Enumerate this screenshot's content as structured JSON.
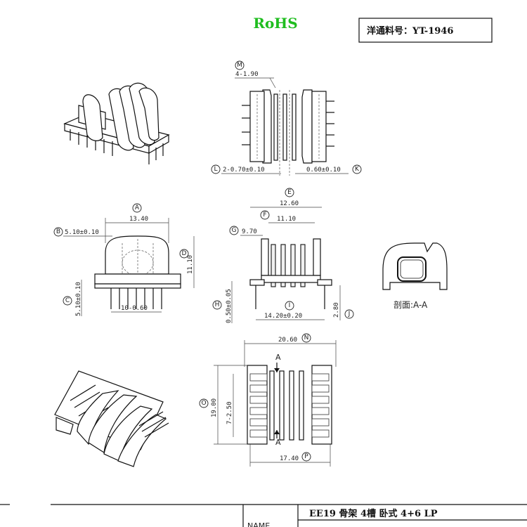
{
  "header": {
    "rohs": "RoHS",
    "rohs_color": "#1fbd1f",
    "part_label": "洋通料号：YT-1946"
  },
  "dimensions": {
    "M_label": "M",
    "M_value": "4-1.90",
    "L_label": "L",
    "L_value": "2-0.70±0.10",
    "K_label": "K",
    "K_value": "0.60±0.10",
    "A_label": "A",
    "A_value": "13.40",
    "B_label": "B",
    "B_value": "5.10±0.10",
    "C_label": "C",
    "C_value": "5.10±0.10",
    "D_label": "D",
    "D_value": "11.10",
    "pitch_value": "10-0.60",
    "E_label": "E",
    "E_value": "12.60",
    "F_label": "F",
    "F_value": "11.10",
    "G_label": "G",
    "G_value": "9.70",
    "H_label": "H",
    "H_value": "0.50±0.05",
    "I_label": "I",
    "I_value": "14.20±0.20",
    "J_label": "J",
    "J_value": "2.80",
    "N_label": "N",
    "N_value": "20.60",
    "O_label": "O",
    "O_value": "19.00",
    "inner_pitch": "7-2.50",
    "P_label": "P",
    "P_value": "17.40",
    "section_mark": "A"
  },
  "section_caption": "剖面:A-A",
  "title_block": {
    "description": "EE19 骨架 4槽 卧式 4+6 LP",
    "name_label": "NAME"
  }
}
